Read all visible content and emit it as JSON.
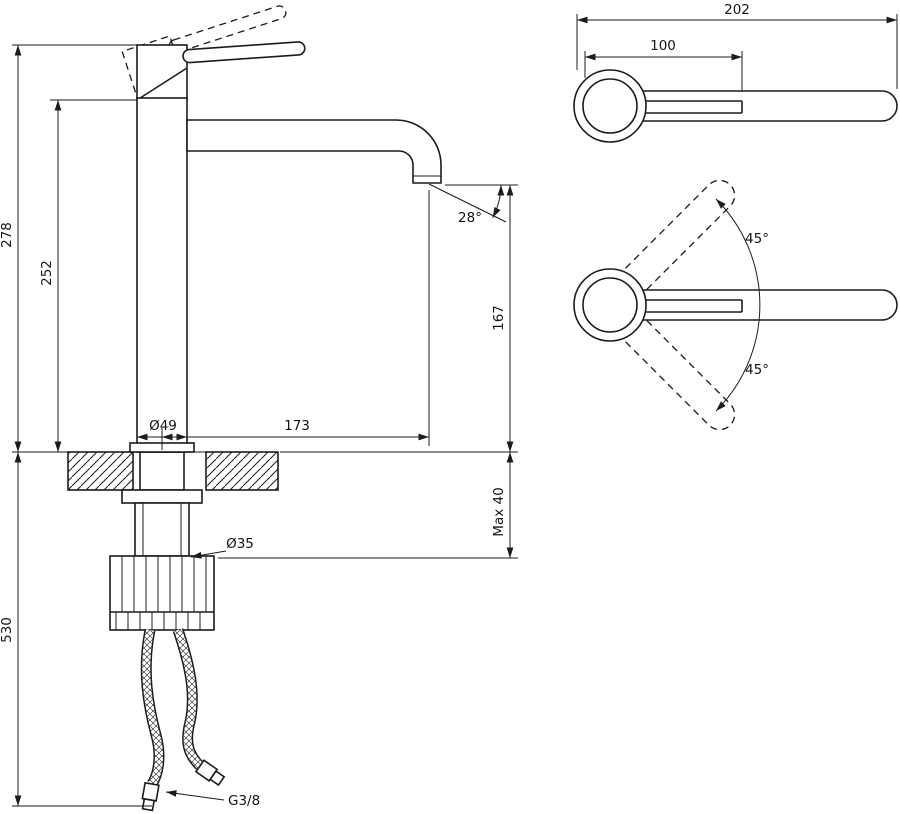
{
  "drawing": {
    "title": "faucet-technical-drawing",
    "colors": {
      "ink": "#1c1c1c",
      "background": "#ffffff"
    }
  },
  "side_view": {
    "dimensions": {
      "overall_height": "278",
      "body_height": "252",
      "under_counter_length": "530",
      "base_diameter": "Ø49",
      "spout_reach": "173",
      "outlet_height": "167",
      "spout_angle": "28°",
      "shank_diameter": "Ø35",
      "max_counter_thickness": "Max 40",
      "hose_connection": "G3/8"
    }
  },
  "top_view": {
    "dimensions": {
      "overall_length": "202",
      "handle_length": "100",
      "handle_swing_up": "45°",
      "handle_swing_down": "45°"
    }
  }
}
